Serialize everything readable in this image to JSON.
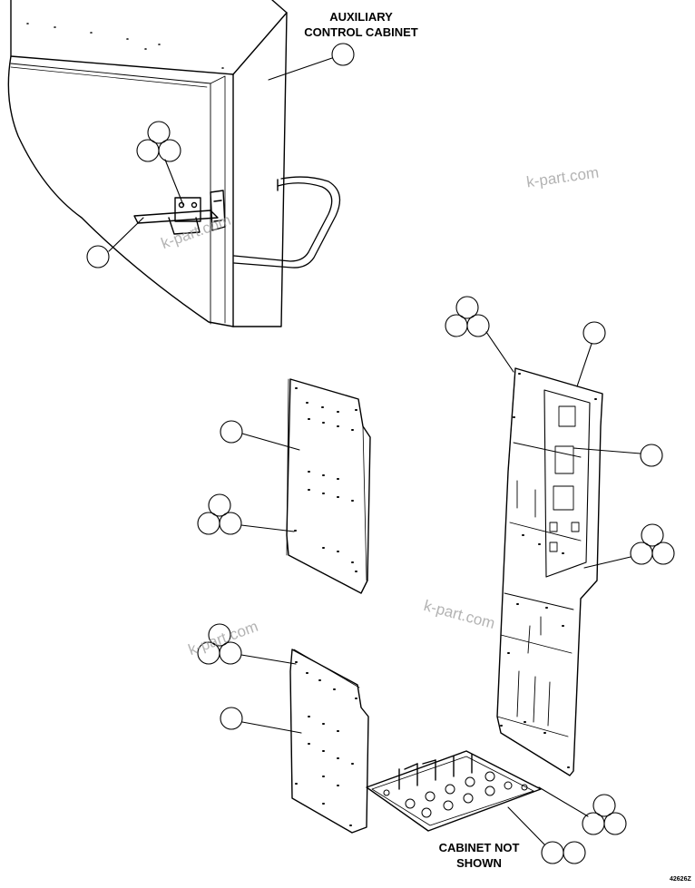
{
  "labels": {
    "cabinet_line1": "AUXILIARY",
    "cabinet_line2": "CONTROL CABINET",
    "note_line1": "CABINET NOT",
    "note_line2": "SHOWN",
    "figure_number": "42626Z"
  },
  "watermark": "k-part.com",
  "colors": {
    "ink": "#000000",
    "paper": "#ffffff",
    "watermark": "#9a9a9a"
  }
}
